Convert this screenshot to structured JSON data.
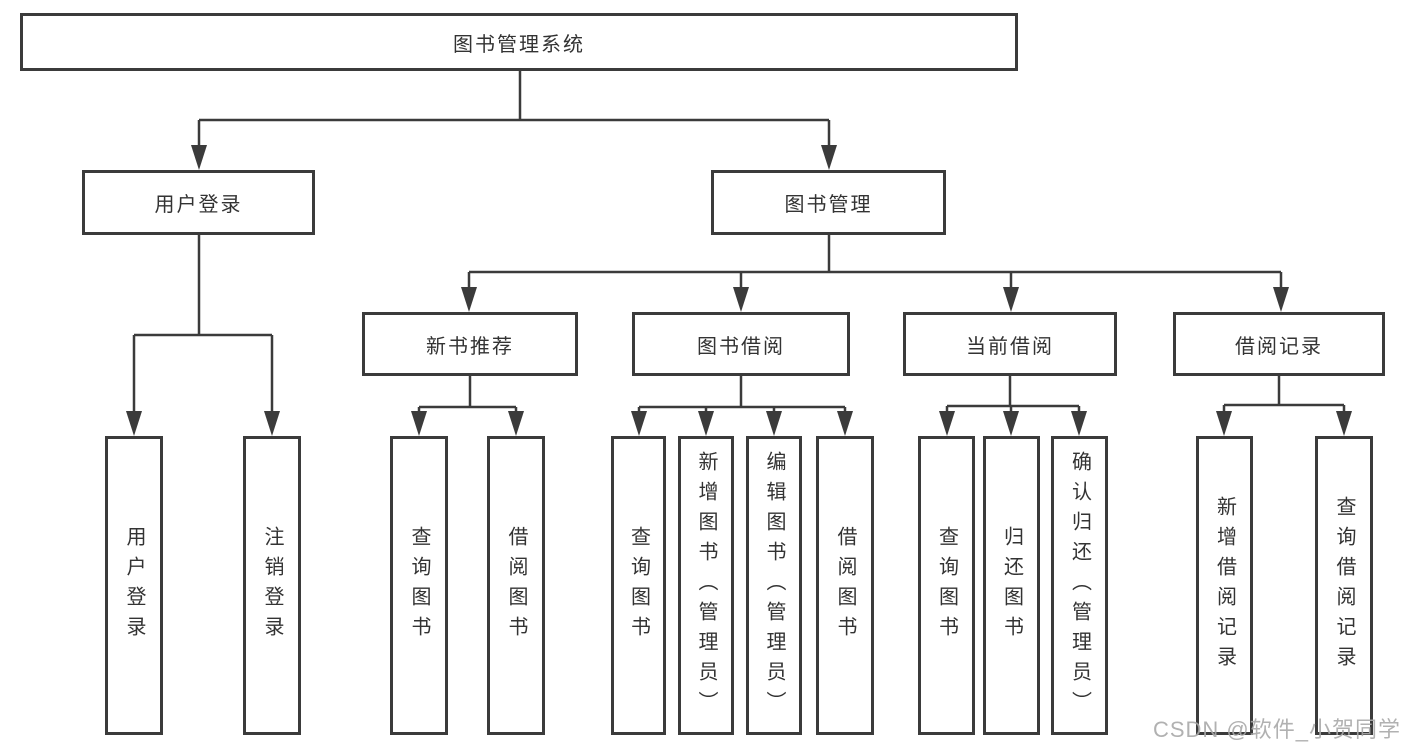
{
  "diagram": {
    "title": "图书管理系统",
    "root": {
      "label": "图书管理系统"
    },
    "branches": [
      {
        "label": "用户登录",
        "children": [
          {
            "label": "用户登录"
          },
          {
            "label": "注销登录"
          }
        ]
      },
      {
        "label": "图书管理",
        "children": [
          {
            "label": "新书推荐",
            "children": [
              {
                "label": "查询图书"
              },
              {
                "label": "借阅图书"
              }
            ]
          },
          {
            "label": "图书借阅",
            "children": [
              {
                "label": "查询图书"
              },
              {
                "label": "新增图书（管理员）"
              },
              {
                "label": "编辑图书（管理员）"
              },
              {
                "label": "借阅图书"
              }
            ]
          },
          {
            "label": "当前借阅",
            "children": [
              {
                "label": "查询图书"
              },
              {
                "label": "归还图书"
              },
              {
                "label": "确认归还（管理员）"
              }
            ]
          },
          {
            "label": "借阅记录",
            "children": [
              {
                "label": "新增借阅记录"
              },
              {
                "label": "查询借阅记录"
              }
            ]
          }
        ]
      }
    ]
  },
  "watermark": {
    "text": "CSDN @软件_小贺同学"
  },
  "colors": {
    "line": "#3b3b3b",
    "box_border": "#3b3b3b",
    "text": "#333333",
    "background": "#ffffff",
    "watermark": "#a8a8a8"
  }
}
